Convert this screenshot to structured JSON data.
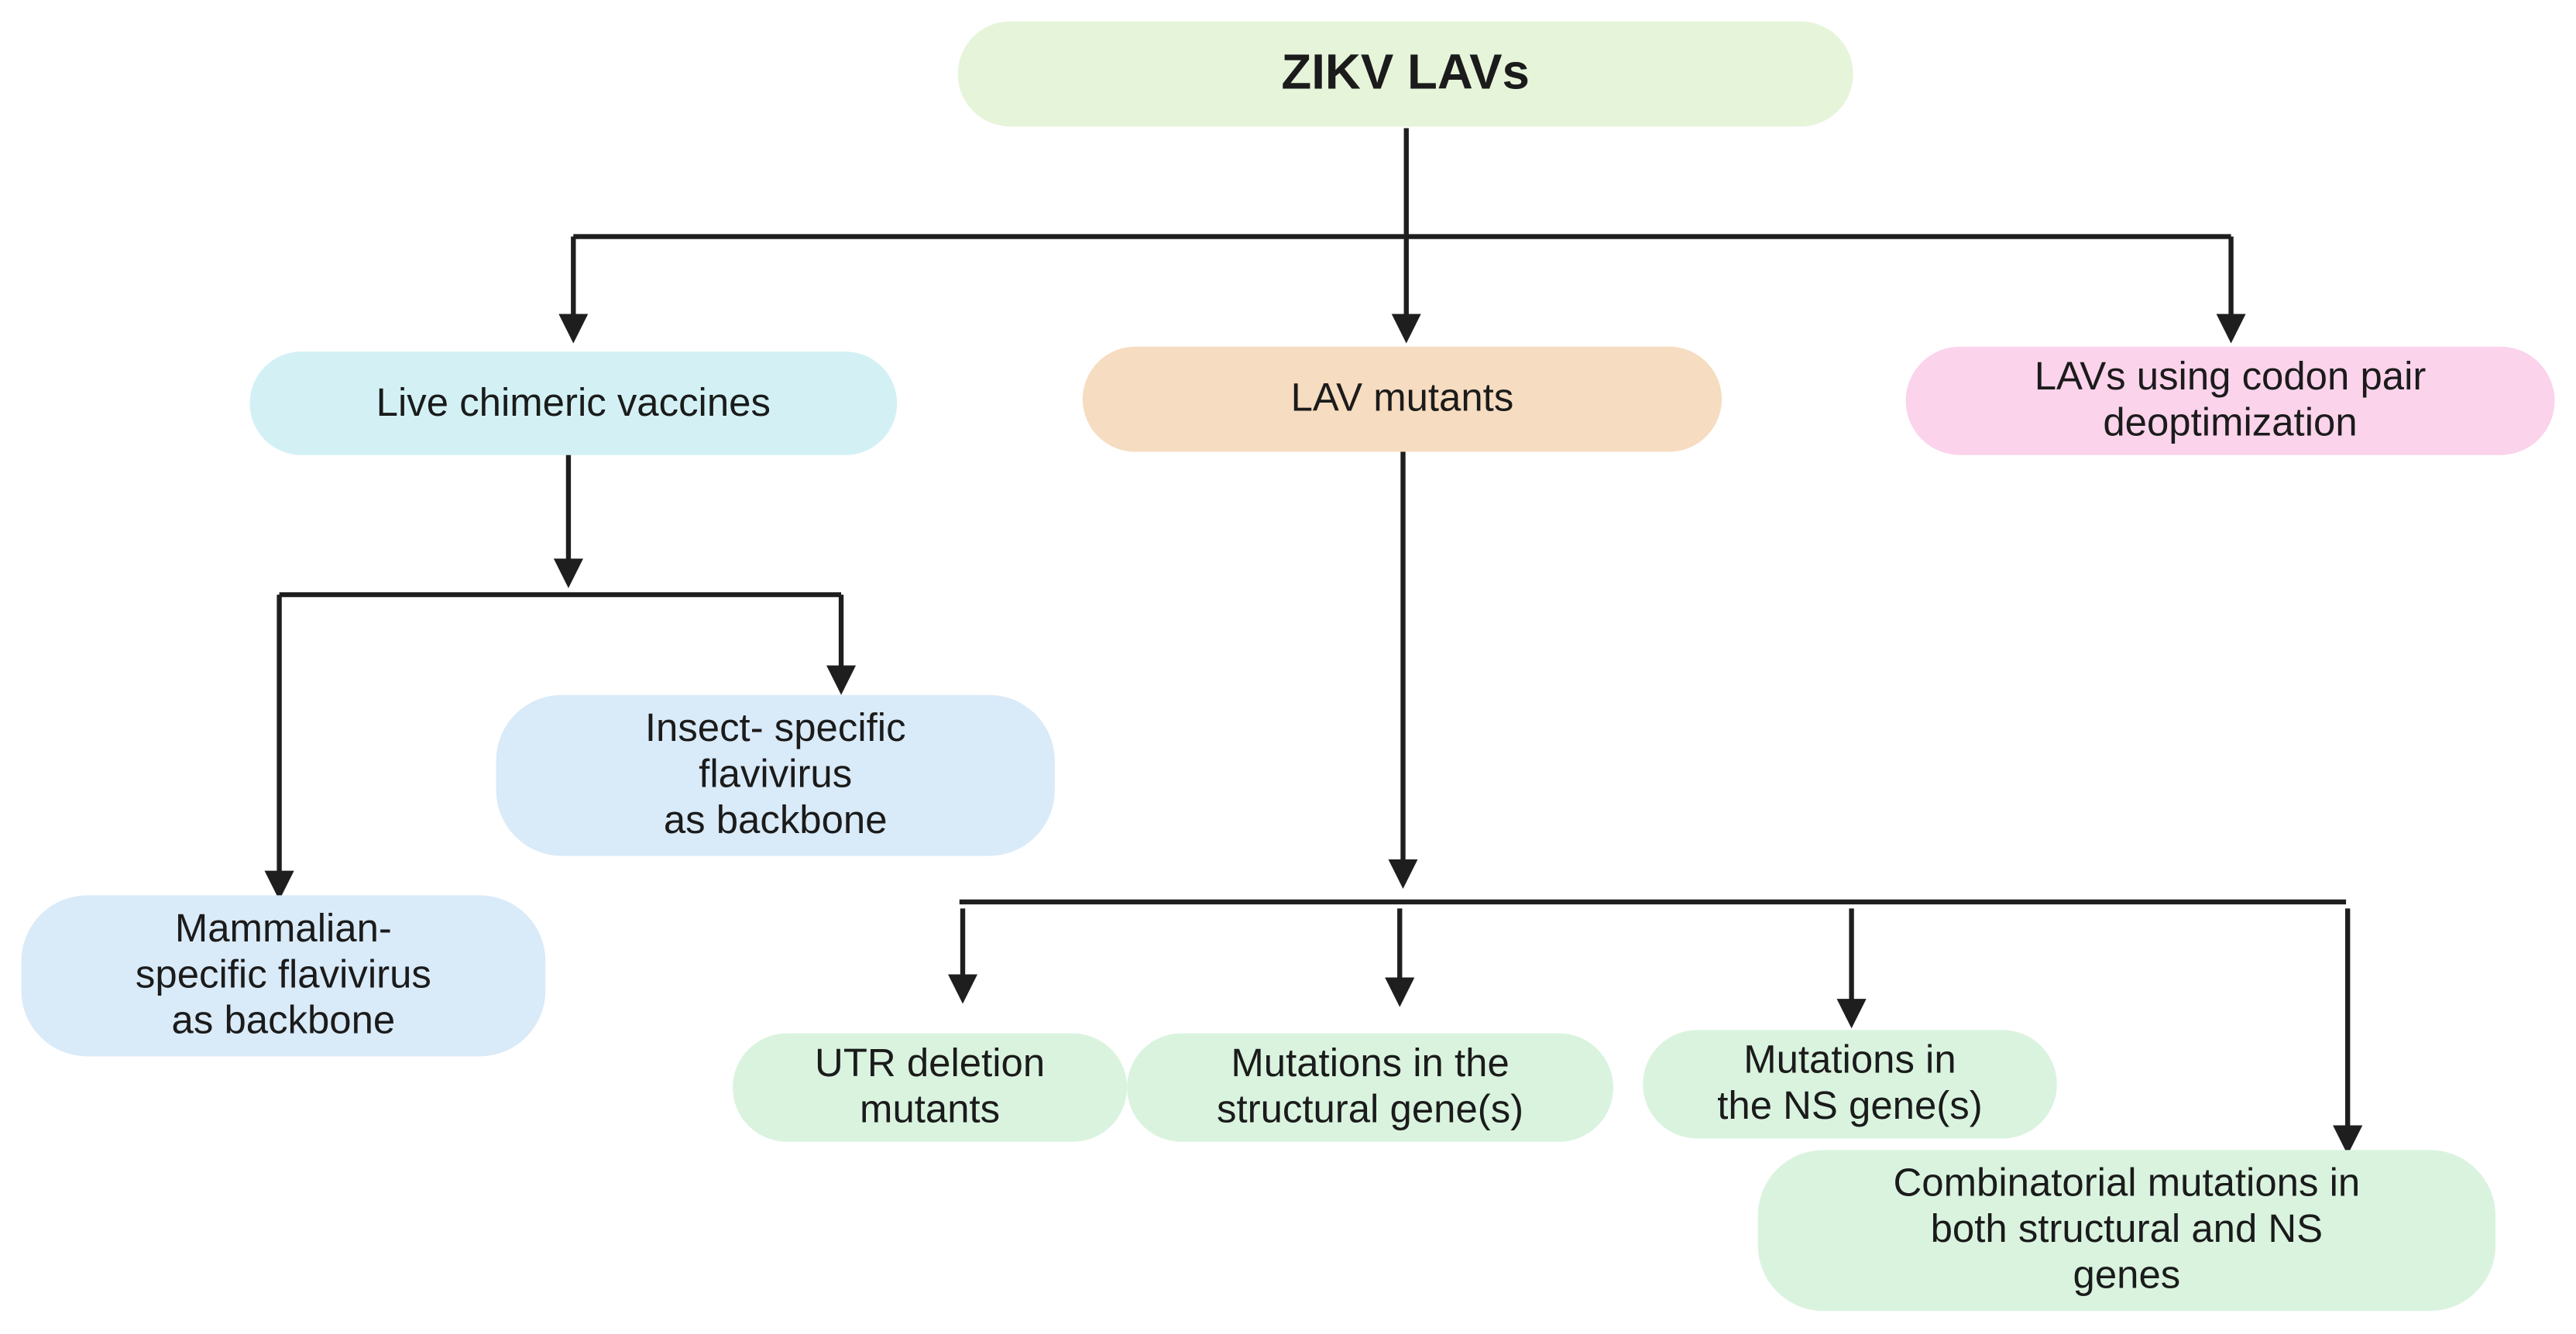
{
  "colors": {
    "root_fill": "#e6f4da",
    "chimeric_fill": "#d3f1f5",
    "mutants_fill": "#f6dcc0",
    "codon_fill": "#fbd3eb",
    "backbone_fill": "#d9eaf8",
    "leaf_fill": "#d9f3df",
    "connector": "#1e1e1e"
  },
  "nodes": {
    "root": "ZIKV LAVs",
    "chimeric": "Live chimeric vaccines",
    "mutants": "LAV mutants",
    "codon": "LAVs using codon pair\ndeoptimization",
    "insect": "Insect- specific\nflavivirus\nas backbone",
    "mammalian": "Mammalian-\nspecific flavivirus\nas backbone",
    "utr": "UTR deletion\nmutants",
    "structural": "Mutations in the\nstructural gene(s)",
    "ns": "Mutations in\nthe NS gene(s)",
    "combinatorial": "Combinatorial mutations in\nboth structural and NS\ngenes"
  }
}
